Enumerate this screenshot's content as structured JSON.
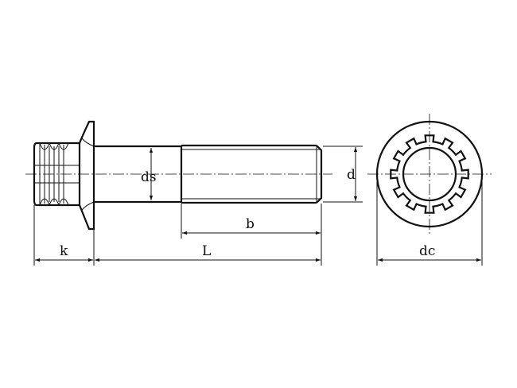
{
  "labels": {
    "k": "k",
    "L": "L",
    "b": "b",
    "ds": "ds",
    "d": "d",
    "dc": "dc"
  }
}
